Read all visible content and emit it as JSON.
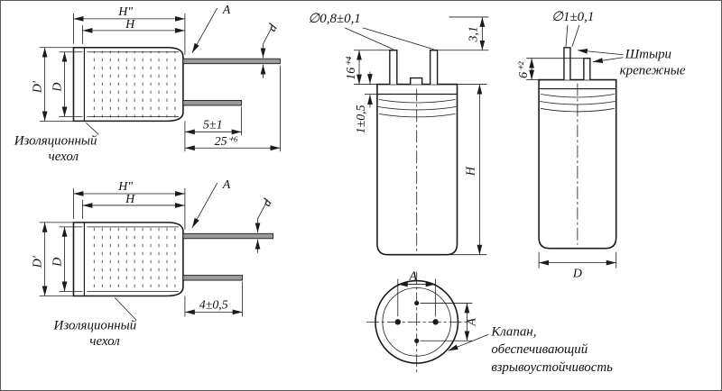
{
  "drawing": {
    "side_view_top": {
      "dim_h_outer": "H\"",
      "dim_h": "H",
      "dim_a": "A",
      "dim_lead_dia": "d",
      "dim_sleeve_dia": "D'",
      "dim_case_dia": "D",
      "dim_lead_short": "5±1",
      "dim_lead_long": "25⁺⁶",
      "sleeve_label": [
        "Изоляционный",
        "чехол"
      ]
    },
    "side_view_bottom": {
      "dim_h_outer": "H\"",
      "dim_h": "H",
      "dim_a": "A",
      "dim_lead_dia": "d",
      "dim_sleeve_dia": "D'",
      "dim_case_dia": "D",
      "dim_lead_short": "4±0,5",
      "sleeve_label": [
        "Изоляционный",
        "чехол"
      ]
    },
    "front_view_center": {
      "pin_diameter": "∅0,8±0,1",
      "dim_pin_tip": "3,1",
      "dim_pin_height": "16⁺⁴",
      "dim_collar": "1±0,5",
      "dim_height": "H"
    },
    "bottom_view": {
      "dim_pin_span_h": "A",
      "dim_pin_span_v": "A",
      "valve_label": [
        "Клапан,",
        "обеспечивающий",
        "взрывоустойчивость"
      ]
    },
    "front_view_right": {
      "pin_diameter": "∅1±0,1",
      "pins_label": [
        "Штыри",
        "крепежные"
      ],
      "dim_pin_height": "6⁺²",
      "dim_case_dia": "D"
    }
  }
}
